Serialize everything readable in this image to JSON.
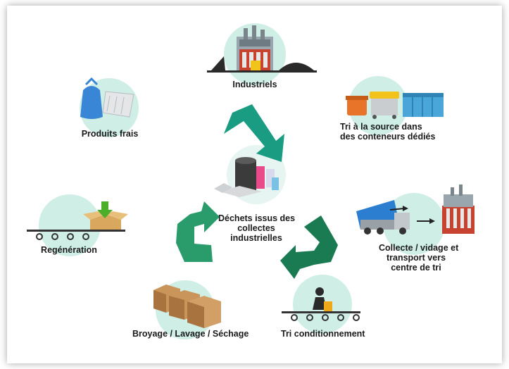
{
  "colors": {
    "circle": "#cfeee6",
    "arrow_teal": "#1a9c82",
    "arrow_green": "#2a8c4c",
    "belt": "#333333"
  },
  "nodes": {
    "industriels": {
      "lines": [
        "Industriels"
      ],
      "icon": "factory-icon"
    },
    "tri_source": {
      "lines": [
        "Tri à la source dans",
        "des conteneurs dédiés"
      ],
      "icon": "containers-icon"
    },
    "collecte": {
      "lines": [
        "Collecte / vidage et",
        "transport vers",
        "centre de tri"
      ],
      "icon": "truck-icon"
    },
    "tri_conditionnement": {
      "lines": [
        "Tri conditionnement"
      ],
      "icon": "worker-icon"
    },
    "broyage": {
      "lines": [
        "Broyage / Lavage / Séchage"
      ],
      "icon": "boxes-icon"
    },
    "regeneration": {
      "lines": [
        "Regénération"
      ],
      "icon": "box-arrow-icon"
    },
    "produits_frais": {
      "lines": [
        "Produits frais"
      ],
      "icon": "bag-icon"
    },
    "center": {
      "lines": [
        "Déchets issus des",
        "collectes",
        "industrielles"
      ],
      "icon": "waste-rolls-icon"
    }
  }
}
